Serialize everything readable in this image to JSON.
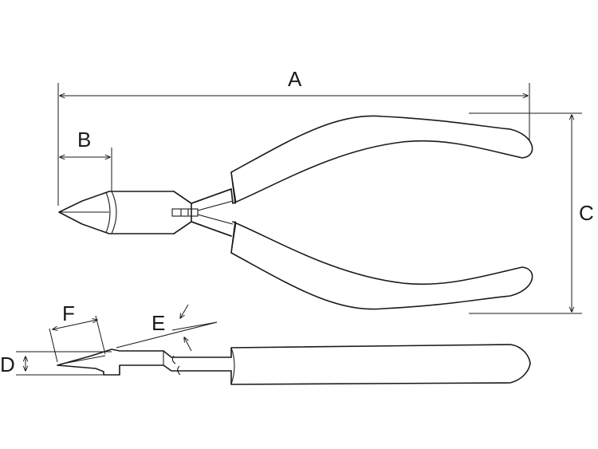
{
  "diagram": {
    "labels": {
      "a": "A",
      "b": "B",
      "c": "C",
      "d": "D",
      "e": "E",
      "f": "F"
    },
    "colors": {
      "line": "#1a1a1a",
      "background": "#ffffff"
    }
  }
}
